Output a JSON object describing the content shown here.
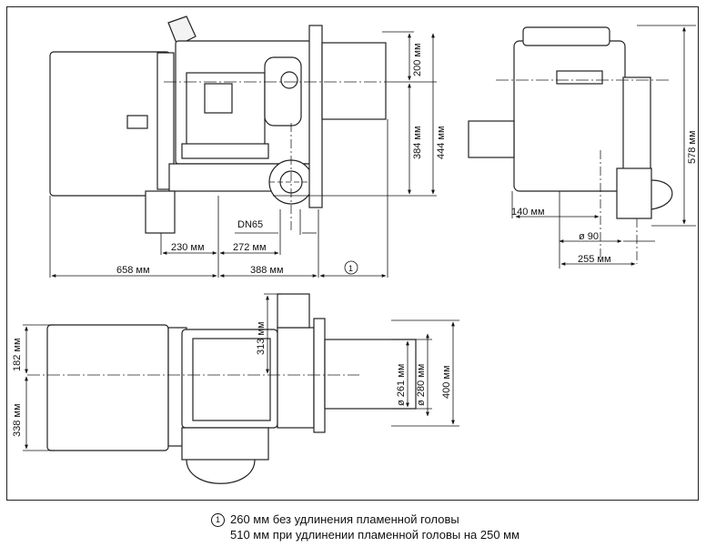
{
  "labels": {
    "h200": "200 мм",
    "h384": "384 мм",
    "h444": "444 мм",
    "dn65": "DN65",
    "w230": "230 мм",
    "w272": "272 мм",
    "w658": "658 мм",
    "w388": "388 мм",
    "marker": "1",
    "h578": "578 мм",
    "w140": "140 мм",
    "d90": "ø 90",
    "w255": "255 мм",
    "h182": "182 мм",
    "h338": "338 мм",
    "h313": "313 мм",
    "d261": "ø 261 мм",
    "d280": "ø 280 мм",
    "h400": "400 мм"
  },
  "footnote": {
    "marker": "1",
    "line1": "260 мм без удлинения пламенной головы",
    "line2": "510 мм при удлинении пламенной головы на 250 мм"
  }
}
